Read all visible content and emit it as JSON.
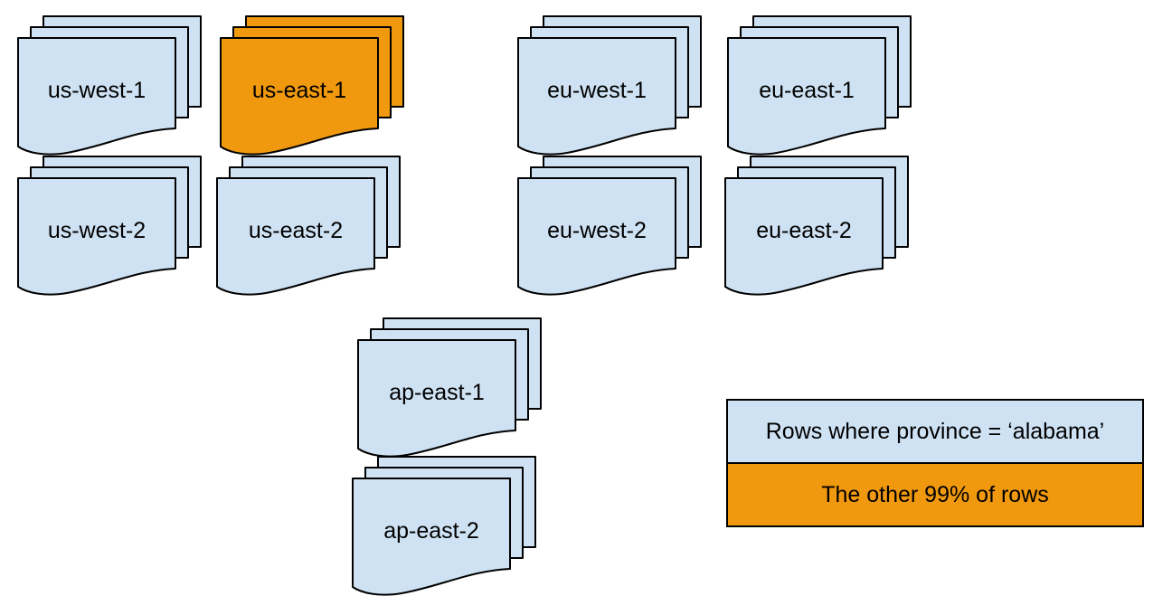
{
  "diagram": {
    "title": "Database region shards with highlighted partition",
    "colors": {
      "document_fill": "#cfe2f3",
      "highlight_fill": "#f1990e",
      "outline": "#000000",
      "text": "#000000",
      "background": "#ffffff"
    },
    "stacks": [
      {
        "id": "us-west-1",
        "label": "us-west-1",
        "variant": "default"
      },
      {
        "id": "us-east-1",
        "label": "us-east-1",
        "variant": "highlight"
      },
      {
        "id": "eu-west-1",
        "label": "eu-west-1",
        "variant": "default"
      },
      {
        "id": "eu-east-1",
        "label": "eu-east-1",
        "variant": "default"
      },
      {
        "id": "us-west-2",
        "label": "us-west-2",
        "variant": "default"
      },
      {
        "id": "us-east-2",
        "label": "us-east-2",
        "variant": "default"
      },
      {
        "id": "eu-west-2",
        "label": "eu-west-2",
        "variant": "default"
      },
      {
        "id": "eu-east-2",
        "label": "eu-east-2",
        "variant": "default"
      },
      {
        "id": "ap-east-1",
        "label": "ap-east-1",
        "variant": "default"
      },
      {
        "id": "ap-east-2",
        "label": "ap-east-2",
        "variant": "default"
      }
    ],
    "legend": {
      "items": [
        {
          "label": "Rows where province = ‘alabama’",
          "variant": "default"
        },
        {
          "label": "The other 99% of rows",
          "variant": "highlight"
        }
      ]
    }
  }
}
